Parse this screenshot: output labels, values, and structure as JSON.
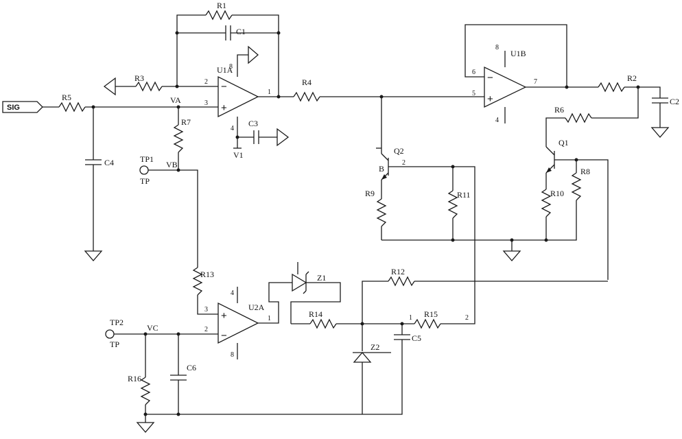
{
  "labels": {
    "SIG": "SIG",
    "R1": "R1",
    "R2": "R2",
    "R3": "R3",
    "R4": "R4",
    "R5": "R5",
    "R6": "R6",
    "R7": "R7",
    "R8": "R8",
    "R9": "R9",
    "R10": "R10",
    "R11": "R11",
    "R12": "R12",
    "R13": "R13",
    "R14": "R14",
    "R15": "R15",
    "R16": "R16",
    "C1": "C1",
    "C2": "C2",
    "C3": "C3",
    "C4": "C4",
    "C5": "C5",
    "C6": "C6",
    "U1A": "U1A",
    "U1B": "U1B",
    "U2A": "U2A",
    "Q1": "Q1",
    "Q2": "Q2",
    "Z1": "Z1",
    "Z2": "Z2",
    "V1": "V1",
    "TP1": "TP1",
    "TP2": "TP2",
    "TP": "TP",
    "VA": "VA",
    "VB": "VB",
    "VC": "VC"
  },
  "pins": {
    "u1a_minus": "2",
    "u1a_plus": "3",
    "u1a_out": "1",
    "u1a_vcc": "8",
    "u1a_vee": "4",
    "u1b_minus": "6",
    "u1b_plus": "5",
    "u1b_out": "7",
    "u1b_vcc": "8",
    "u1b_vee": "4",
    "u2a_plus": "3",
    "u2a_minus": "2",
    "u2a_out": "1",
    "u2a_vcc": "4",
    "u2a_vee": "8",
    "r15_a": "1",
    "r15_b": "2",
    "q2_2": "2",
    "q2_b": "B"
  },
  "symbols": {
    "minus": "−",
    "plus": "+"
  }
}
